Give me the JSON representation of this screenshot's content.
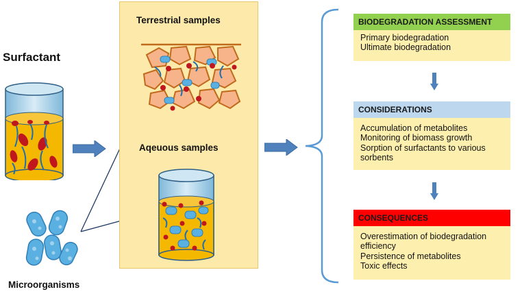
{
  "left": {
    "surfactant_label": "Surfactant",
    "microorganisms_label": "Microorganisms"
  },
  "middle": {
    "terrestrial_label": "Terrestrial samples",
    "aqueous_label": "Aqeuous samples"
  },
  "boxes": [
    {
      "title": "BIODEGRADATION  ASSESSMENT",
      "header_color": "#92d050",
      "items": [
        "Primary biodegradation",
        "Ultimate biodegradation"
      ]
    },
    {
      "title": "CONSIDERATIONS",
      "header_color": "#bdd7ee",
      "items": [
        "Accumulation of metabolites",
        "Monitoring of biomass growth",
        "Sorption of surfactants to various",
        "sorbents"
      ]
    },
    {
      "title": "CONSEQUENCES",
      "header_color": "#ff0000",
      "items": [
        "Overestimation of biodegradation",
        "efficiency",
        "Persistence of metabolites",
        "Toxic effects"
      ]
    }
  ],
  "colors": {
    "panel": "#fde9a9",
    "box_body": "#fdf0ae",
    "arrow_blue": "#4f81bd",
    "liquid": "#f5b800",
    "soil": "#f7b48a",
    "microbe": "#5ab0e0"
  },
  "icons": [
    "beaker-icon",
    "microorganisms-icon",
    "soil-particles-icon",
    "beaker-with-microbes-icon",
    "bracket-icon"
  ]
}
